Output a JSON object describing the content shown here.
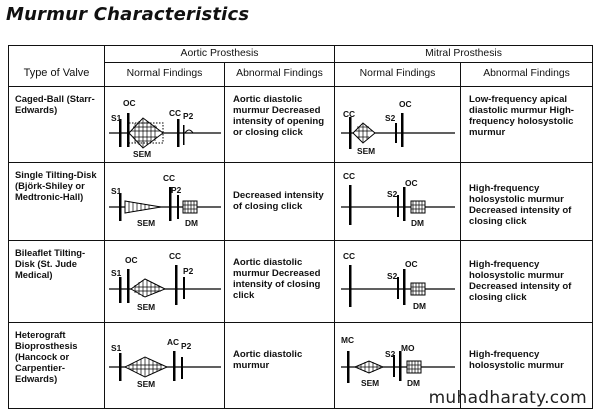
{
  "title": "Murmur Characteristics",
  "headers": {
    "type_of_valve": "Type of Valve",
    "aortic": "Aortic Prosthesis",
    "mitral": "Mitral Prosthesis",
    "normal": "Normal Findings",
    "abnormal": "Abnormal Findings"
  },
  "rows": [
    {
      "type": "Caged-Ball (Starr-Edwards)",
      "aortic_abnormal": "Aortic diastolic murmur Decreased intensity of opening or closing click",
      "mitral_abnormal": "Low-frequency apical diastolic murmur High-frequency holosystolic murmur",
      "aortic_labels": [
        "OC",
        "S1",
        "CC",
        "P2",
        "SEM"
      ],
      "mitral_labels": [
        "CC",
        "OC",
        "S2",
        "SEM"
      ]
    },
    {
      "type": "Single Tilting-Disk (Björk-Shiley or Medtronic-Hall)",
      "aortic_abnormal": "Decreased intensity of closing click",
      "mitral_abnormal": "High-frequency holosystolic murmur Decreased intensity of closing click",
      "aortic_labels": [
        "S1",
        "CC",
        "P2",
        "SEM",
        "DM"
      ],
      "mitral_labels": [
        "CC",
        "S2",
        "OC",
        "DM"
      ]
    },
    {
      "type": "Bileaflet Tilting-Disk (St. Jude Medical)",
      "aortic_abnormal": "Aortic diastolic murmur Decreased intensity of closing click",
      "mitral_abnormal": "High-frequency holosystolic murmur Decreased intensity of closing click",
      "aortic_labels": [
        "OC",
        "CC",
        "S1",
        "P2",
        "SEM"
      ],
      "mitral_labels": [
        "CC",
        "S2",
        "OC",
        "DM"
      ]
    },
    {
      "type": "Heterograft Bioprosthesis (Hancock or Carpentier-Edwards)",
      "aortic_abnormal": "Aortic diastolic murmur",
      "mitral_abnormal": "High-frequency holosystolic murmur",
      "aortic_labels": [
        "S1",
        "AC",
        "P2",
        "SEM"
      ],
      "mitral_labels": [
        "MC",
        "S2",
        "MO",
        "SEM",
        "DM"
      ]
    }
  ],
  "watermark": "muhadharaty.com"
}
